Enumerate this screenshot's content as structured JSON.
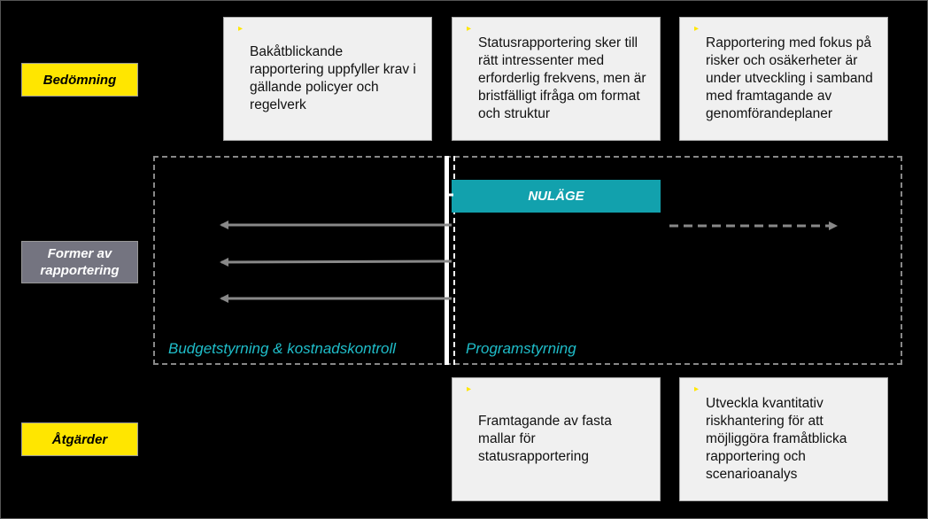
{
  "rows": {
    "bedomning": "Bedömning",
    "former": "Former av rapportering",
    "atgarder": "Åtgärder"
  },
  "assessment_cards": [
    "Bakåtblickande rapportering uppfyller krav i gällande policyer och regelverk",
    "Statusrapportering sker till rätt intressenter med erforderlig frekvens, men är bristfälligt ifråga om format och struktur",
    "Rapportering med fokus på risker och osäkerheter är under utveckling i samband med framtagande av genomförandeplaner"
  ],
  "action_cards": [
    "Framtagande av fasta mallar för statusrapportering",
    "Utveckla kvantitativ riskhantering för att möjliggöra framåtblicka rapportering och scenarioanalys"
  ],
  "nulage": "NULÄGE",
  "zones": {
    "left": "Budgetstyrning & kostnadskontroll",
    "right": "Programstyrning"
  },
  "bullet_symbol": "▸",
  "colors": {
    "accent_yellow": "#ffe600",
    "teal": "#12a1ad",
    "zone_text": "#1fbdc9",
    "gray_label": "#747480"
  }
}
